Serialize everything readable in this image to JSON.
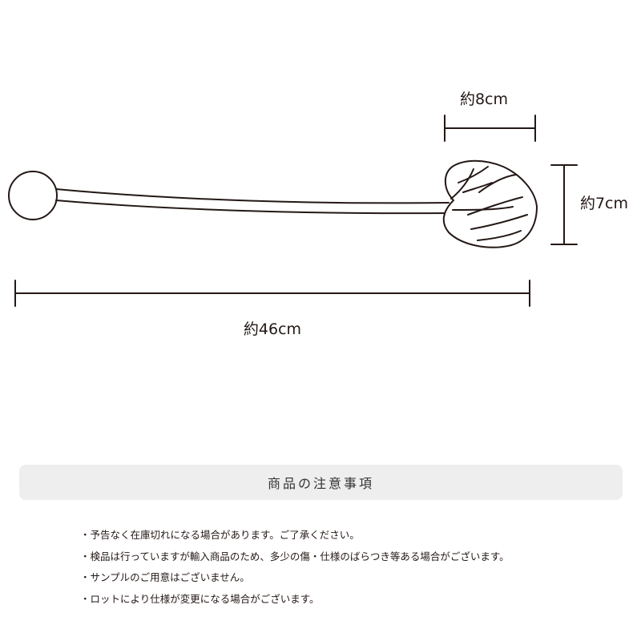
{
  "diagram": {
    "overall_length_label": "約46cm",
    "leaf_width_label": "約8cm",
    "leaf_height_label": "約7cm"
  },
  "notice": {
    "title": "商品の注意事項",
    "items": [
      "予告なく在庫切れになる場合があります。ご了承ください。",
      "検品は行っていますが輸入商品のため、多少の傷・仕様のばらつき等ある場合がございます。",
      "サンプルのご用意はございません。",
      "ロットにより仕様が変更になる場合がございます。"
    ]
  },
  "colors": {
    "line": "#231815",
    "notice_bar": "#eeeeee"
  }
}
